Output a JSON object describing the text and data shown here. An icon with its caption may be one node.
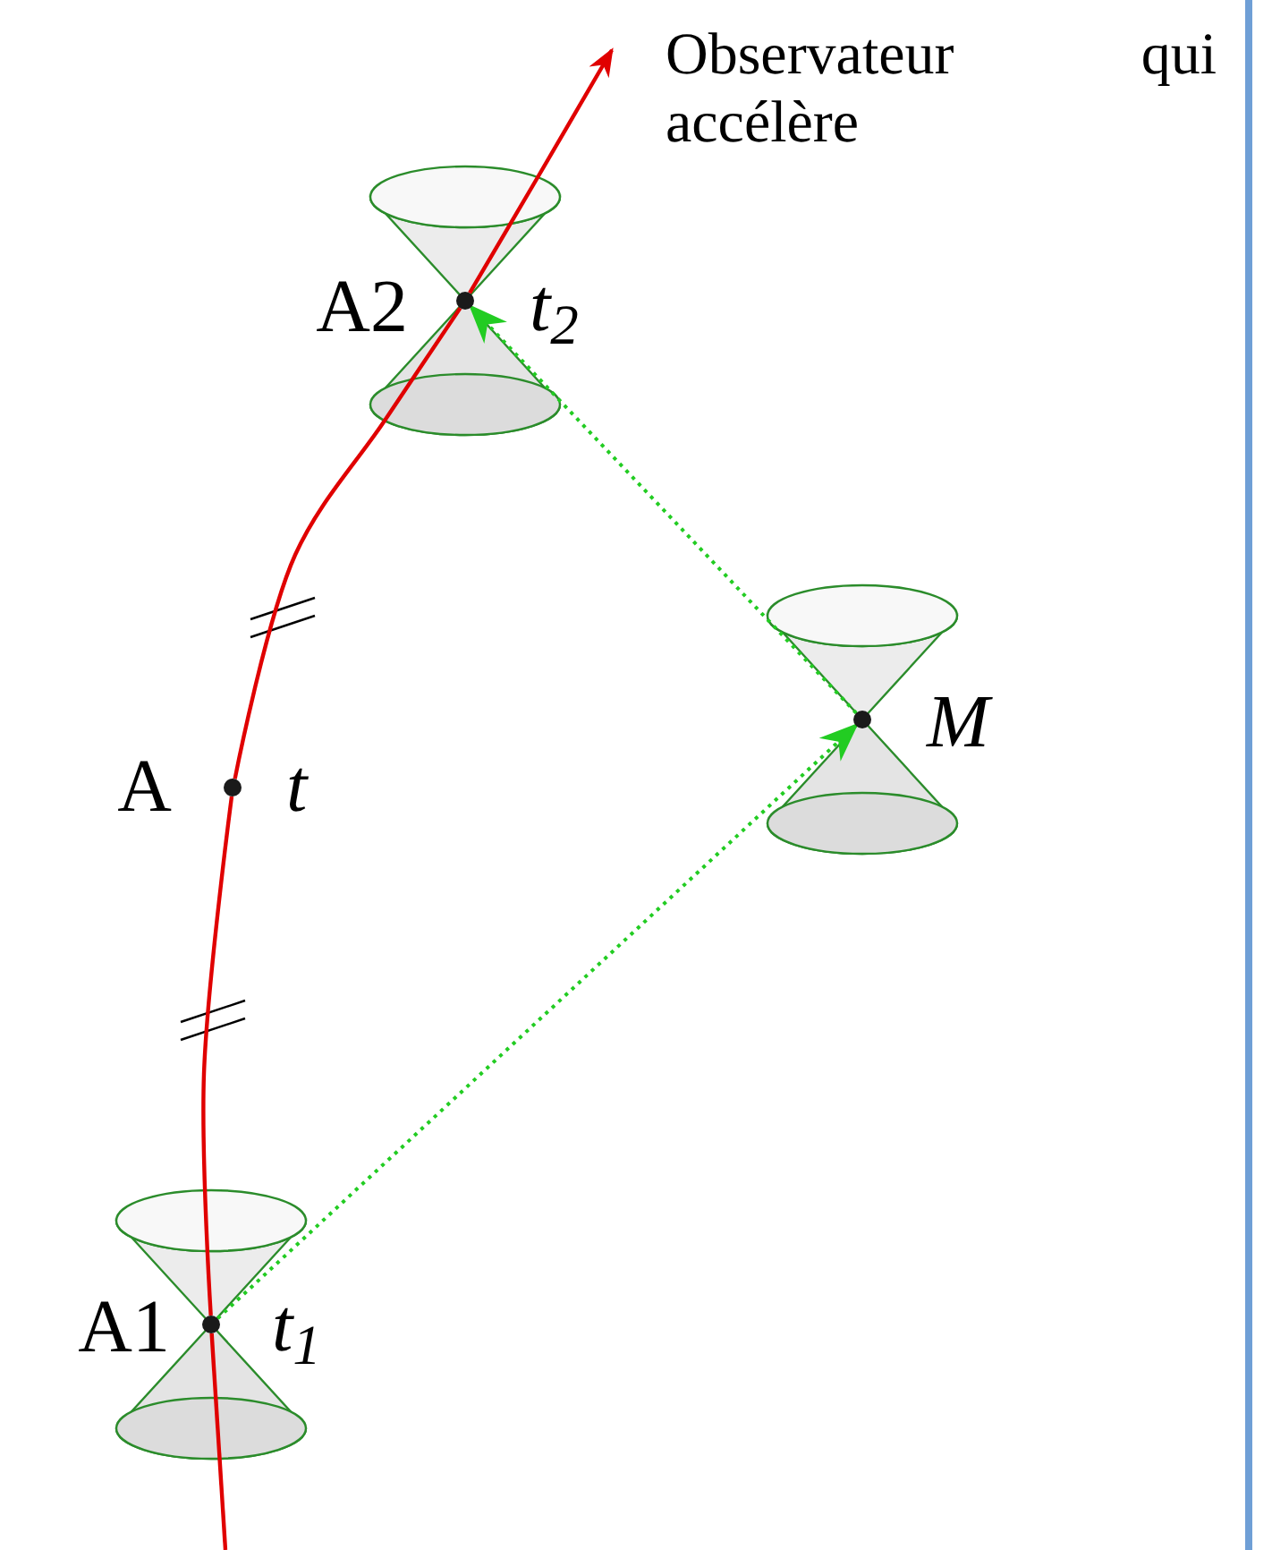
{
  "diagram": {
    "nodes": [
      {
        "text": [],
        "shape": "circle",
        "beside": [
          "A2",
          "t$_{2}$"
        ]
      },
      {
        "text": [],
        "shape": "circle",
        "beside": [
          "A",
          "t"
        ]
      },
      {
        "text": [],
        "shape": "circle",
        "beside": [
          "M"
        ]
      },
      {
        "text": [],
        "shape": "circle",
        "beside": [
          "A1",
          "t$_{1}$"
        ]
      }
    ],
    "edges": [
      {
        "from": null,
        "to": 3,
        "arrow": "none"
      },
      {
        "from": 3,
        "to": 1,
        "arrow": "none"
      },
      {
        "from": 1,
        "to": 0,
        "arrow": "none"
      },
      {
        "from": 0,
        "to": null,
        "arrow": "to"
      },
      {
        "from": 3,
        "to": 2,
        "arrow": "to",
        "style": "dashed",
        "color": "#22cc22"
      },
      {
        "from": 2,
        "to": 0,
        "arrow": "to",
        "style": "dashed",
        "color": "#22cc22"
      }
    ],
    "labels": [
      "Observateur qui accélère"
    ]
  }
}
